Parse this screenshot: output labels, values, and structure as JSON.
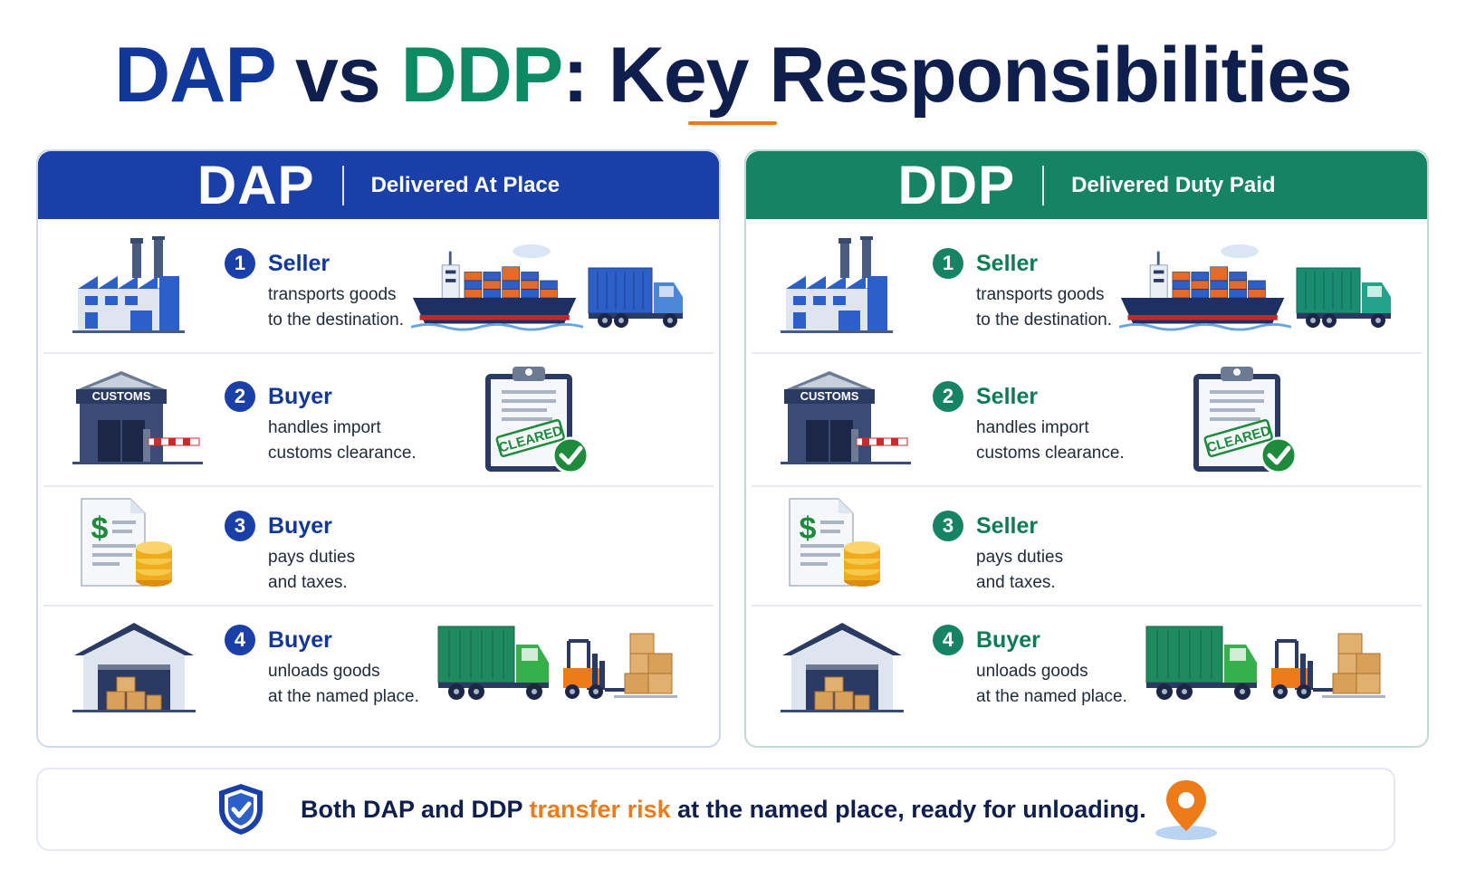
{
  "title": {
    "part1": "DAP",
    "part2": " vs ",
    "part3": "DDP",
    "part4": ": Key Responsibilities"
  },
  "colors": {
    "dap": "#1a3fa8",
    "ddp": "#168464",
    "accent": "#ee7b1a",
    "navy": "#0f1f4d"
  },
  "panels": [
    {
      "abbr": "DAP",
      "full": "Delivered At Place",
      "steps": [
        {
          "num": "1",
          "party": "Seller",
          "line1": "transports goods",
          "line2": "to the destination.",
          "icon": "factory-icon",
          "art": "ship-truck"
        },
        {
          "num": "2",
          "party": "Buyer",
          "line1": "handles import",
          "line2": "customs clearance.",
          "icon": "customs-icon",
          "art": "cleared-clipboard"
        },
        {
          "num": "3",
          "party": "Buyer",
          "line1": "pays duties",
          "line2": "and taxes.",
          "icon": "invoice-icon",
          "art": "none"
        },
        {
          "num": "4",
          "party": "Buyer",
          "line1": "unloads goods",
          "line2": "at the named place.",
          "icon": "warehouse-icon",
          "art": "truck-forklift"
        }
      ]
    },
    {
      "abbr": "DDP",
      "full": "Delivered Duty Paid",
      "steps": [
        {
          "num": "1",
          "party": "Seller",
          "line1": "transports goods",
          "line2": "to the destination.",
          "icon": "factory-icon",
          "art": "ship-truck"
        },
        {
          "num": "2",
          "party": "Seller",
          "line1": "handles import",
          "line2": "customs clearance.",
          "icon": "customs-icon",
          "art": "cleared-clipboard"
        },
        {
          "num": "3",
          "party": "Seller",
          "line1": "pays duties",
          "line2": "and taxes.",
          "icon": "invoice-icon",
          "art": "none"
        },
        {
          "num": "4",
          "party": "Buyer",
          "line1": "unloads goods",
          "line2": "at the named place.",
          "icon": "warehouse-icon",
          "art": "truck-forklift"
        }
      ]
    }
  ],
  "labels": {
    "customs": "CUSTOMS",
    "cleared": "CLEARED",
    "dollar": "$"
  },
  "footer": {
    "before": "Both DAP and DDP ",
    "highlight": "transfer risk",
    "after": " at the named place, ready for unloading."
  }
}
